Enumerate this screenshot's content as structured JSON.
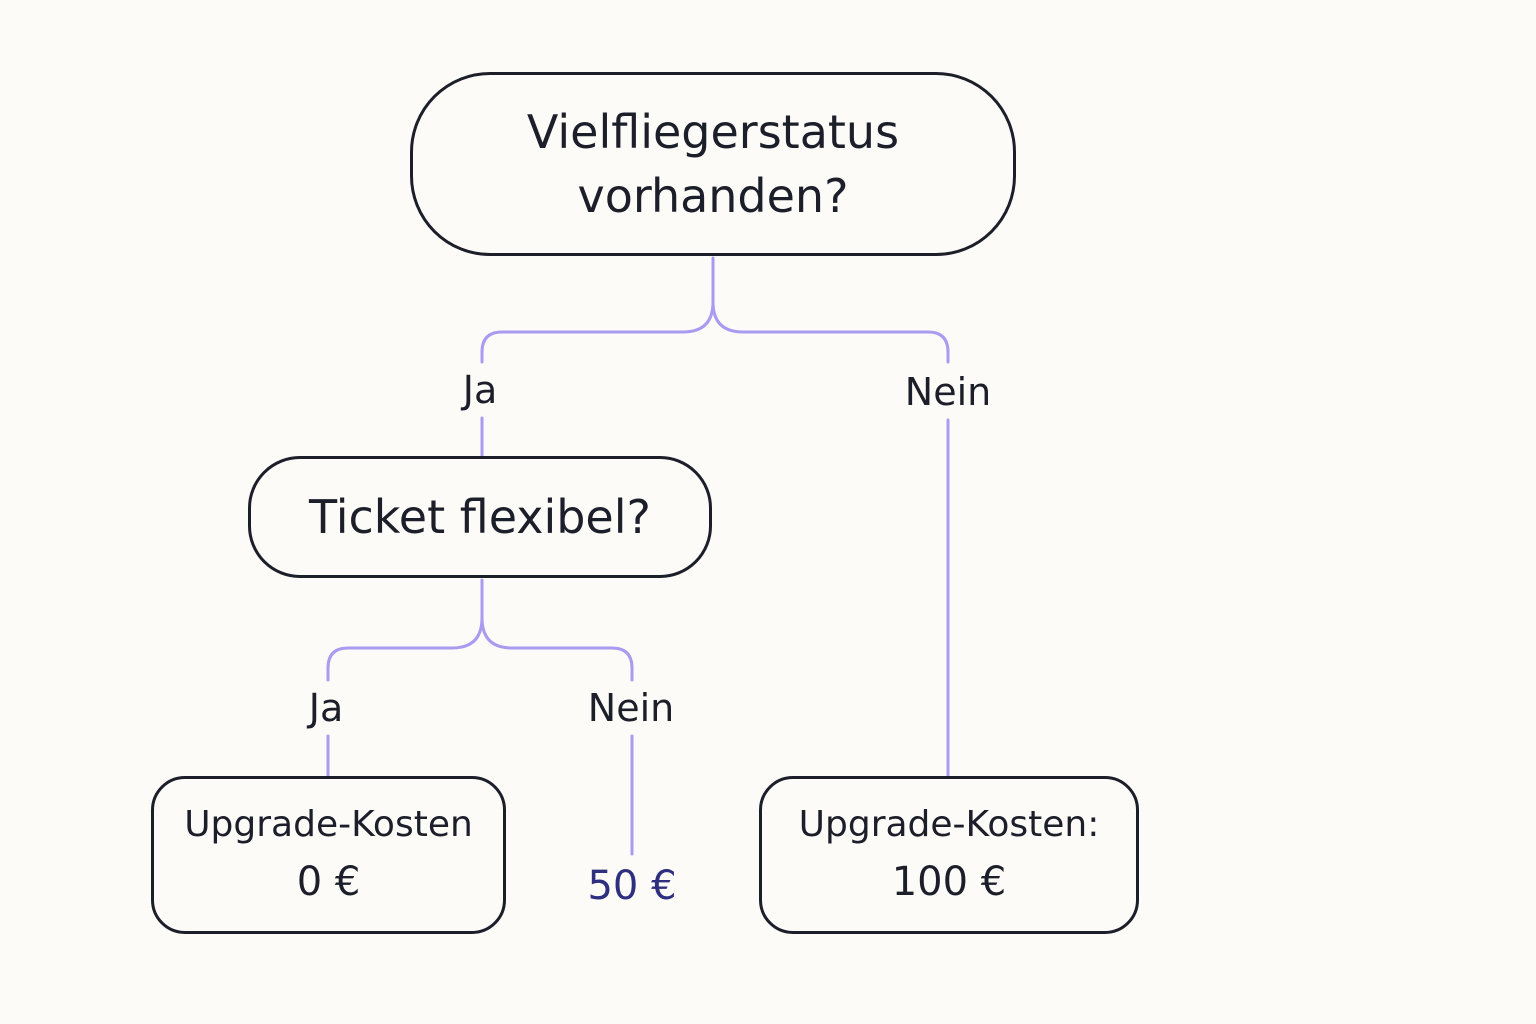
{
  "diagram": {
    "root": {
      "line1": "Vielfliegerstatus",
      "line2": "vorhanden?"
    },
    "branch_yes_label": "Ja",
    "branch_no_label": "Nein",
    "flex_question": "Ticket flexibel?",
    "flex_yes_label": "Ja",
    "flex_no_label": "Nein",
    "outcome_yes_flex": {
      "line1": "Upgrade-Kosten",
      "line2": "0 €"
    },
    "outcome_no_flex": {
      "value": "50 €"
    },
    "outcome_no_status": {
      "line1": "Upgrade-Kosten:",
      "line2": "100 €"
    }
  },
  "colors": {
    "connector": "#a99bf0",
    "border": "#1c1f2a",
    "text": "#1c1f2a",
    "accent_value": "#2e2f7f",
    "background": "#fcfbf8"
  }
}
